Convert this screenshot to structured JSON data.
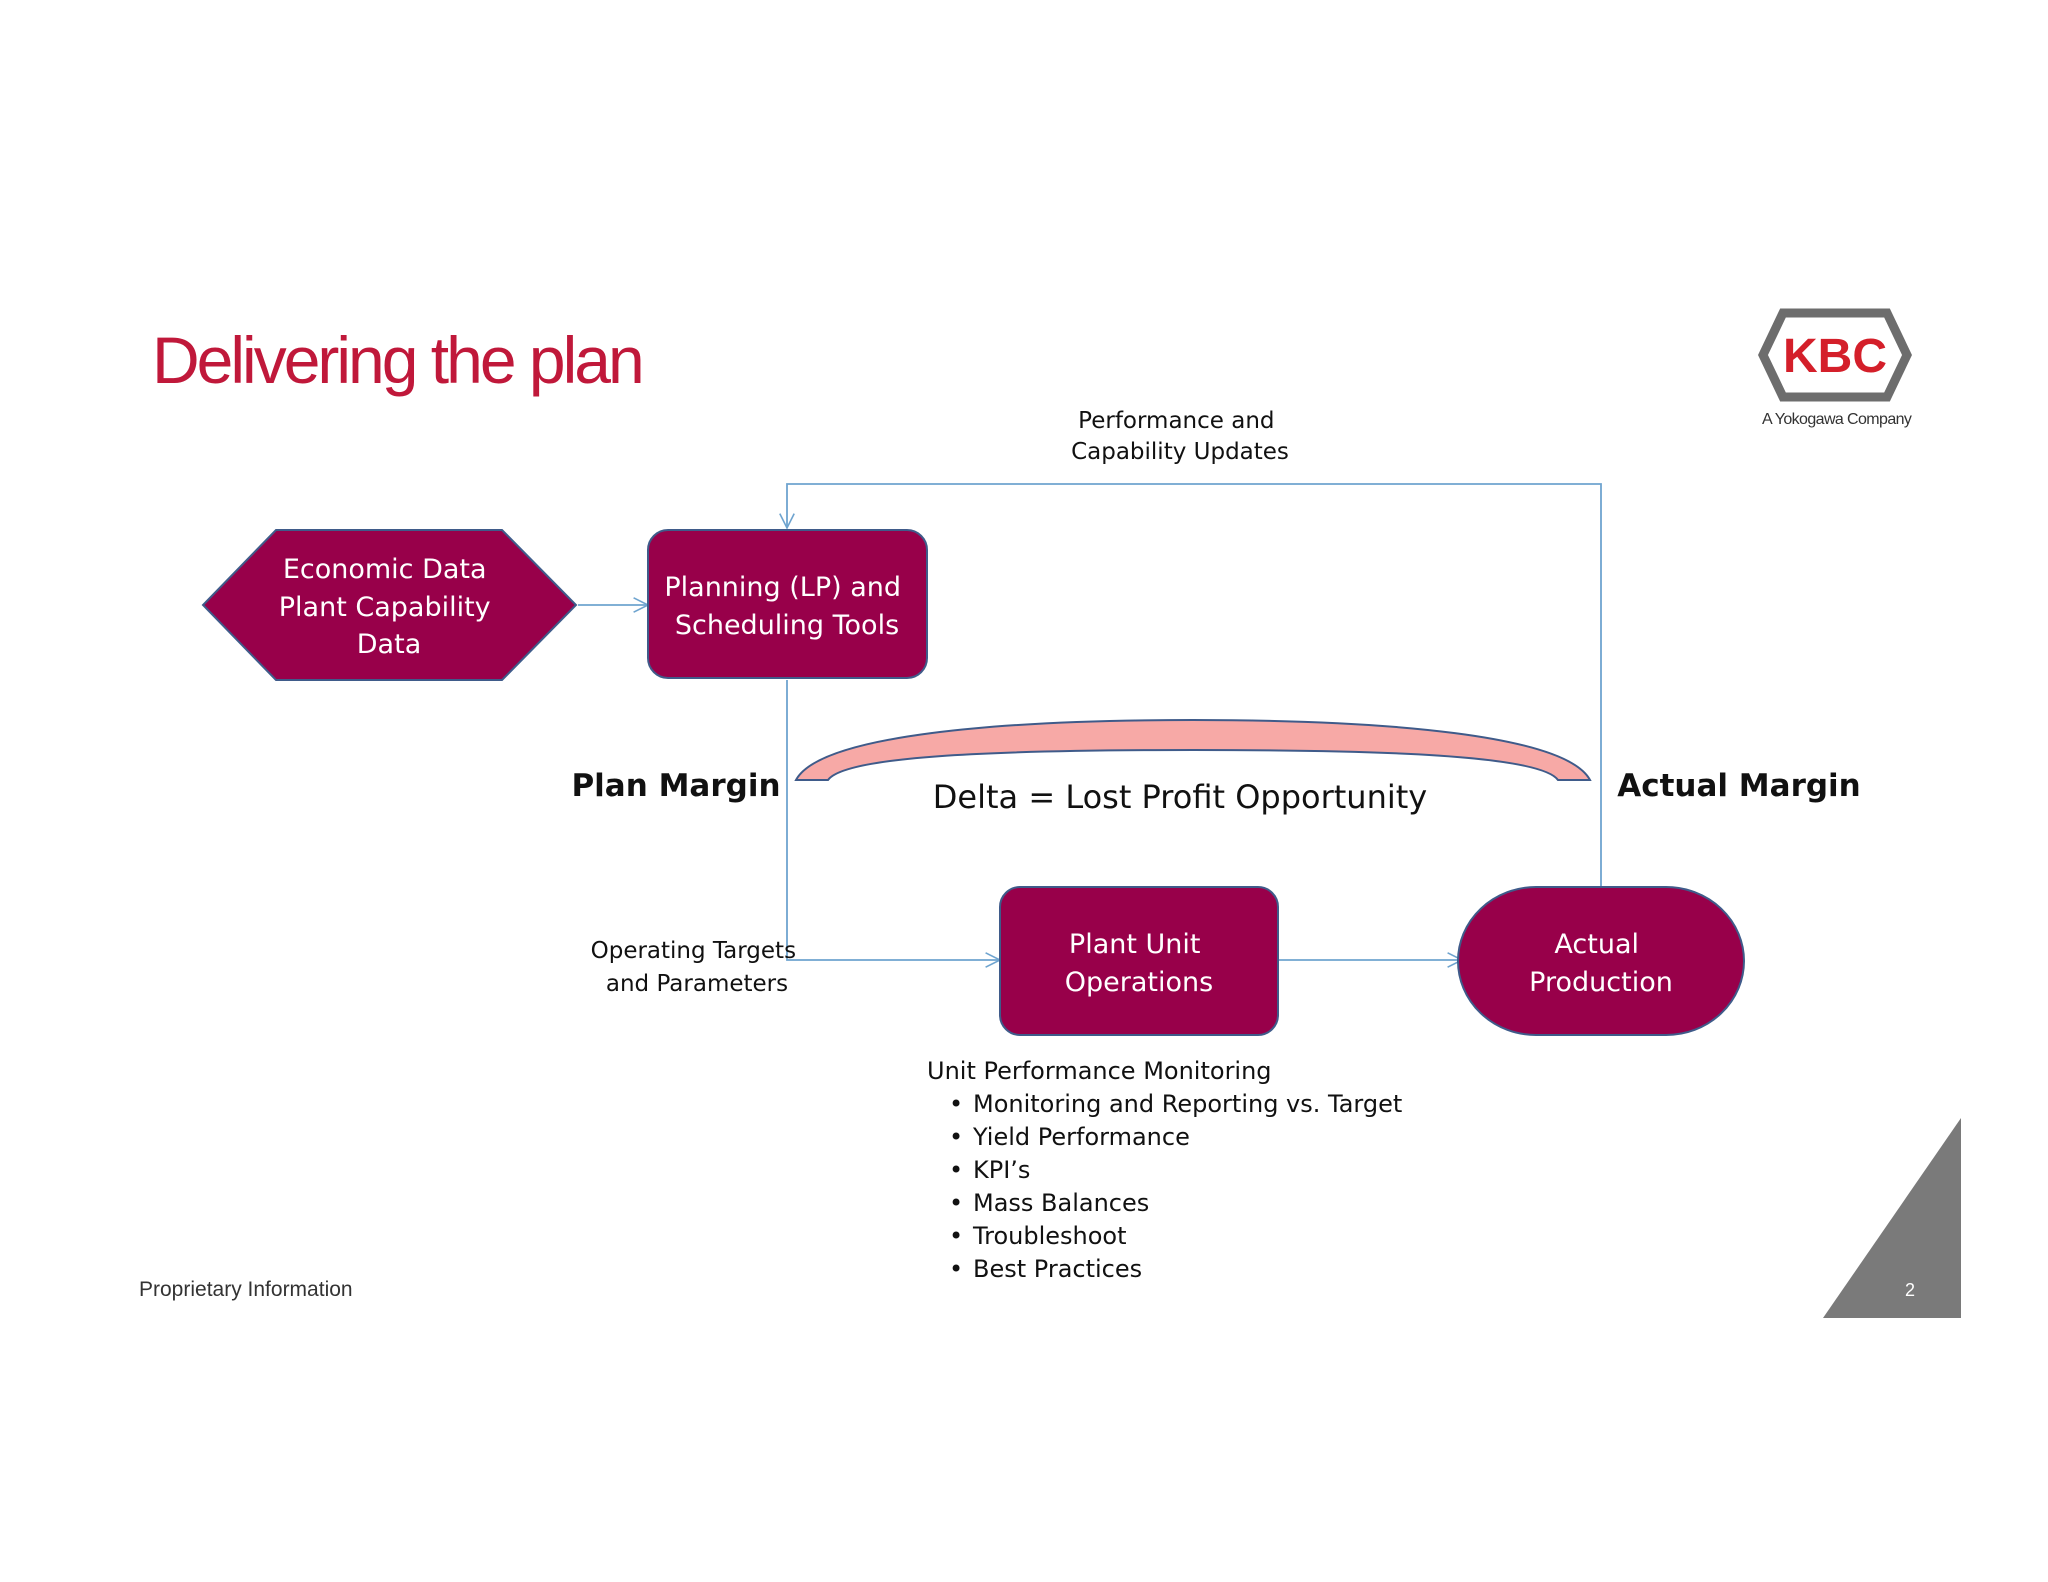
{
  "slide": {
    "title": "Delivering the plan",
    "footer": "Proprietary Information",
    "page_number": "2"
  },
  "logo": {
    "mark": "KBC",
    "subtitle": "A Yokogawa Company",
    "colors": {
      "text": "#d41f2a",
      "border": "#6d6d6d"
    }
  },
  "diagram": {
    "nodes": {
      "economic_data": {
        "lines": [
          "Economic Data",
          "Plant Capability",
          "Data"
        ]
      },
      "planning_tools": {
        "lines": [
          "Planning (LP) and",
          "Scheduling Tools"
        ]
      },
      "plant_unit_ops": {
        "lines": [
          "Plant Unit",
          "Operations"
        ]
      },
      "actual_production": {
        "lines": [
          "Actual",
          "Production"
        ]
      }
    },
    "labels": {
      "feedback": [
        "Performance and",
        "Capability Updates"
      ],
      "operating_targets": [
        "Operating Targets",
        "and Parameters"
      ],
      "plan_margin": "Plan Margin",
      "actual_margin": "Actual Margin",
      "delta": "Delta = Lost Profit Opportunity"
    },
    "monitoring": {
      "heading": "Unit Performance Monitoring",
      "items": [
        "Monitoring and Reporting vs. Target",
        "Yield Performance",
        "KPI’s",
        "Mass Balances",
        "Troubleshoot",
        "Best Practices"
      ]
    },
    "colors": {
      "node_fill": "#98004a",
      "node_stroke": "#3f5b8a",
      "connector": "#6fa4cf",
      "brace_fill": "#f7a9a6",
      "brace_stroke": "#3f5b8a",
      "corner_triangle": "#7a7a7a"
    }
  }
}
